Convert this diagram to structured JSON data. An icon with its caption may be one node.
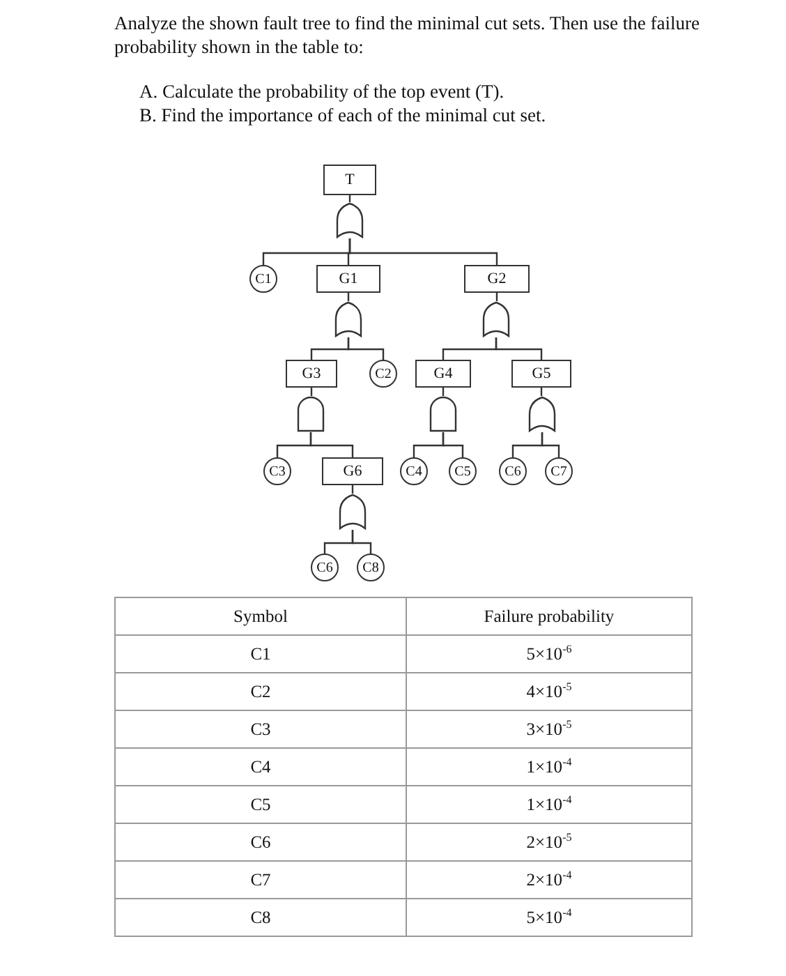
{
  "diagram": {
    "nodes": [
      {
        "text": [
          "T"
        ]
      },
      {
        "text": [],
        "shape": "or-gate"
      },
      {
        "text": [
          "C1"
        ]
      },
      {
        "text": [
          "G1"
        ]
      },
      {
        "text": [
          "G2"
        ]
      },
      {
        "text": [],
        "shape": "or-gate"
      },
      {
        "text": [],
        "shape": "or-gate"
      },
      {
        "text": [
          "G3"
        ]
      },
      {
        "text": [
          "C2"
        ]
      },
      {
        "text": [
          "G4"
        ]
      },
      {
        "text": [
          "G5"
        ]
      },
      {
        "text": [],
        "shape": "and-gate"
      },
      {
        "text": [],
        "shape": "and-gate"
      },
      {
        "text": [],
        "shape": "or-gate"
      },
      {
        "text": [
          "C3"
        ]
      },
      {
        "text": [
          "G6"
        ]
      },
      {
        "text": [
          "C4"
        ]
      },
      {
        "text": [
          "C5"
        ]
      },
      {
        "text": [
          "C6"
        ]
      },
      {
        "text": [
          "C7"
        ]
      },
      {
        "text": [],
        "shape": "or-gate"
      },
      {
        "text": [
          "C6"
        ]
      },
      {
        "text": [
          "C8"
        ]
      }
    ],
    "edges": [
      {
        "from": 0,
        "to": 1,
        "arrow": "none"
      },
      {
        "from": 1,
        "to": 2,
        "arrow": "none"
      },
      {
        "from": 1,
        "to": 3,
        "arrow": "none"
      },
      {
        "from": 1,
        "to": 4,
        "arrow": "none"
      },
      {
        "from": 3,
        "to": 5,
        "arrow": "none"
      },
      {
        "from": 4,
        "to": 6,
        "arrow": "none"
      },
      {
        "from": 5,
        "to": 7,
        "arrow": "none"
      },
      {
        "from": 5,
        "to": 8,
        "arrow": "none"
      },
      {
        "from": 6,
        "to": 9,
        "arrow": "none"
      },
      {
        "from": 6,
        "to": 10,
        "arrow": "none"
      },
      {
        "from": 7,
        "to": 11,
        "arrow": "none"
      },
      {
        "from": 9,
        "to": 12,
        "arrow": "none"
      },
      {
        "from": 10,
        "to": 13,
        "arrow": "none"
      },
      {
        "from": 11,
        "to": 14,
        "arrow": "none"
      },
      {
        "from": 11,
        "to": 15,
        "arrow": "none"
      },
      {
        "from": 12,
        "to": 16,
        "arrow": "none"
      },
      {
        "from": 12,
        "to": 17,
        "arrow": "none"
      },
      {
        "from": 13,
        "to": 18,
        "arrow": "none"
      },
      {
        "from": 13,
        "to": 19,
        "arrow": "none"
      },
      {
        "from": 15,
        "to": 20,
        "arrow": "none"
      },
      {
        "from": 20,
        "to": 21,
        "arrow": "none"
      },
      {
        "from": 20,
        "to": 22,
        "arrow": "none"
      }
    ],
    "labels": [
      "Analyze the shown fault tree to find the minimal cut sets. Then use the failure probability shown in the table to:",
      "A. Calculate the probability of the top event (T).",
      "B. Find the importance of each of the minimal cut set.",
      "Symbol",
      "Failure probability",
      "C1",
      "5×10$^{-6}$",
      "C2",
      "4×10$^{-5}$",
      "C3",
      "3×10$^{-5}$",
      "C4",
      "1×10$^{-4}$",
      "C5",
      "1×10$^{-4}$",
      "C6",
      "2×10$^{-5}$",
      "C7",
      "2×10$^{-4}$",
      "C8",
      "5×10$^{-4}$"
    ]
  }
}
